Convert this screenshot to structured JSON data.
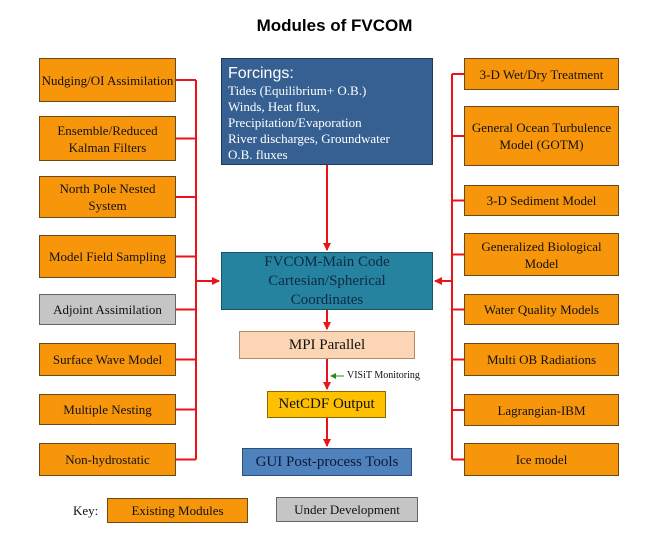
{
  "title": "Modules of FVCOM",
  "colors": {
    "existing": "#f7960a",
    "under_development": "#c5c5c5",
    "arrow": "#e8141a",
    "forcings": "#376092",
    "main_code": "#2583a0"
  },
  "left_modules": [
    {
      "label": "Nudging/OI Assimilation",
      "status": "existing"
    },
    {
      "label": "Ensemble/Reduced Kalman Filters",
      "status": "existing"
    },
    {
      "label": "North Pole Nested System",
      "status": "existing"
    },
    {
      "label": "Model Field Sampling",
      "status": "existing"
    },
    {
      "label": "Adjoint Assimilation",
      "status": "under_development"
    },
    {
      "label": "Surface Wave Model",
      "status": "existing"
    },
    {
      "label": "Multiple Nesting",
      "status": "existing"
    },
    {
      "label": "Non-hydrostatic",
      "status": "existing"
    }
  ],
  "right_modules": [
    {
      "label": "3-D Wet/Dry Treatment",
      "status": "existing"
    },
    {
      "label": "General Ocean Turbulence Model (GOTM)",
      "status": "existing"
    },
    {
      "label": "3-D Sediment Model",
      "status": "existing"
    },
    {
      "label": "Generalized Biological Model",
      "status": "existing"
    },
    {
      "label": "Water Quality Models",
      "status": "existing"
    },
    {
      "label": "Multi OB Radiations",
      "status": "existing"
    },
    {
      "label": "Lagrangian-IBM",
      "status": "existing"
    },
    {
      "label": "Ice model",
      "status": "existing"
    }
  ],
  "forcings": {
    "heading": "Forcings:",
    "lines": [
      "Tides (Equilibrium+ O.B.)",
      "Winds, Heat flux,",
      "Precipitation/Evaporation",
      "River discharges, Groundwater",
      "O.B. fluxes"
    ]
  },
  "main_code": {
    "lines": [
      "FVCOM-Main Code",
      "Cartesian/Spherical",
      "Coordinates"
    ]
  },
  "mpi": "MPI Parallel",
  "visit": "VISiT Monitoring",
  "netcdf": "NetCDF Output",
  "gui": "GUI Post-process Tools",
  "key": {
    "label": "Key:",
    "existing": "Existing Modules",
    "under_development": "Under Development"
  }
}
